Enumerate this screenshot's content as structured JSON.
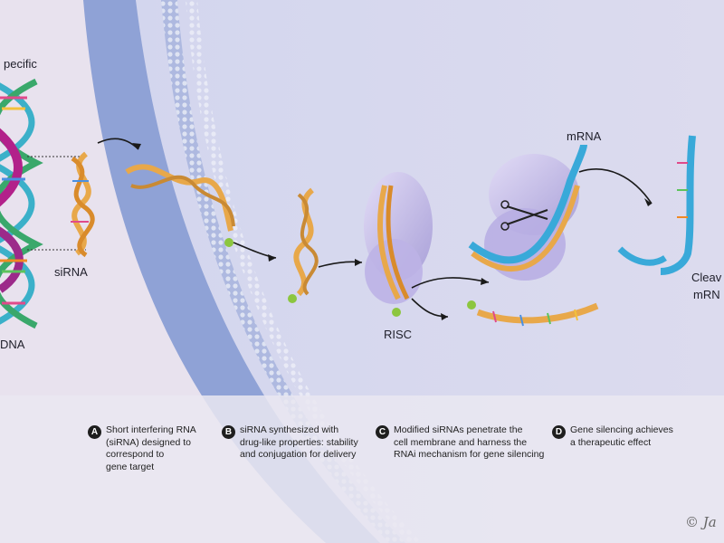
{
  "labels": {
    "specific": "pecific",
    "dna": "DNA",
    "sirna": "siRNA",
    "risc": "RISC",
    "mrna": "mRNA",
    "cleaved_1": "Cleav",
    "cleaved_2": "mRN"
  },
  "steps": [
    {
      "badge": "A",
      "text": "Short interfering RNA\n(siRNA) designed to\ncorrespond to\ngene target"
    },
    {
      "badge": "B",
      "text": "siRNA synthesized with\ndrug-like properties: stability\nand conjugation for delivery"
    },
    {
      "badge": "C",
      "text": "Modified siRNAs penetrate the\ncell membrane and harness the\nRNAi mechanism for gene silencing"
    },
    {
      "badge": "D",
      "text": "Gene silencing achieves\na therapeutic effect"
    }
  ],
  "signature": "© Ja",
  "colors": {
    "outside_bg": "#e8e2ee",
    "cell_interior": "#d9dbef",
    "membrane": "#8fa2d6",
    "risc_body": "#c9c3ea",
    "strand_orange": "#e8a84a",
    "mrna_blue": "#39a9d9",
    "conjugate_green": "#8cc63f"
  }
}
